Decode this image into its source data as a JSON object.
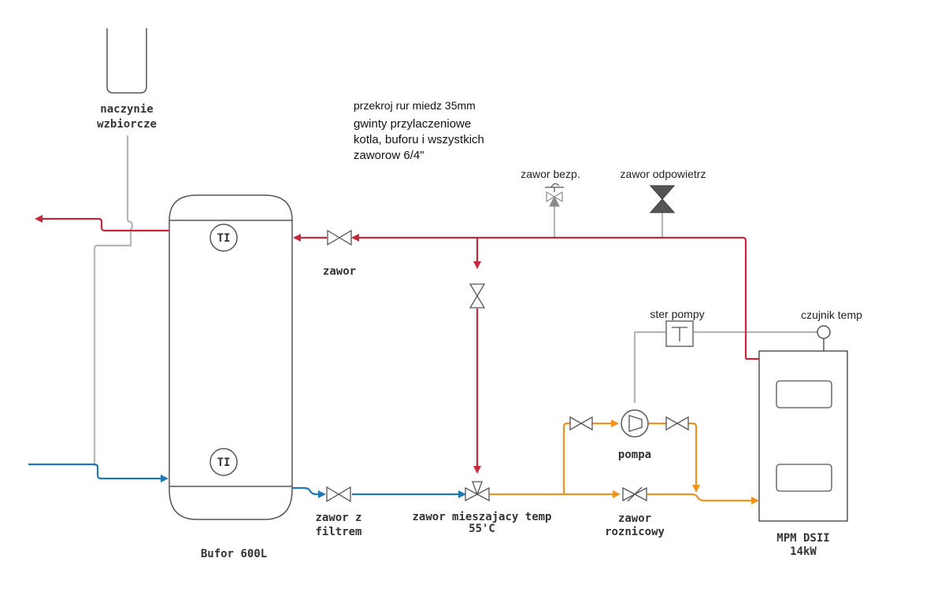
{
  "note": {
    "line1": "przekroj rur miedz 35mm",
    "line2": "gwinty przylaczeniowe",
    "line3": "kotla, buforu i wszystkich",
    "line4": "zaworow 6/4\""
  },
  "labels": {
    "expansion_vessel_1": "naczynie",
    "expansion_vessel_2": "wzbiorcze",
    "buffer": "Bufor 600L",
    "ti_top": "TI",
    "ti_bottom": "TI",
    "valve_hot": "zawor",
    "valve_filter_1": "zawor z",
    "valve_filter_2": "filtrem",
    "mixing_valve_1": "zawor mieszajacy temp",
    "mixing_valve_2": "55'C",
    "diff_valve_1": "zawor",
    "diff_valve_2": "roznicowy",
    "pump": "pompa",
    "pump_controller": "ster pompy",
    "temp_sensor": "czujnik temp",
    "safety_valve": "zawor bezp.",
    "air_vent": "zawor odpowietrz",
    "boiler_1": "MPM DSII",
    "boiler_2": "14kW"
  },
  "colors": {
    "hot": "#c8283c",
    "cold": "#1f77b4",
    "return": "#f0921e",
    "control": "#b5b5b5",
    "outline": "#555555"
  }
}
